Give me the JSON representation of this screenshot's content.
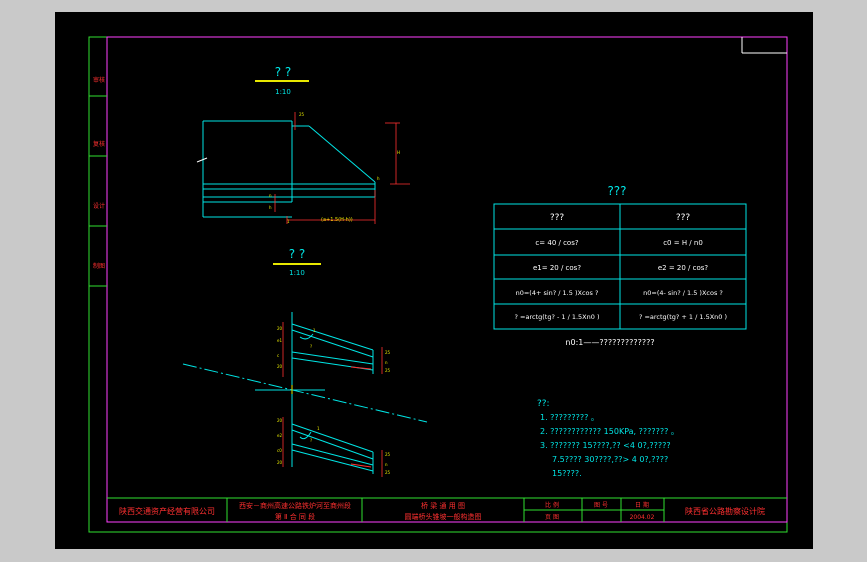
{
  "drawing": {
    "left_tabs": [
      "审核",
      "复核",
      "设计",
      "制图"
    ],
    "view1": {
      "title": "? ?",
      "scale": "1:10"
    },
    "view2": {
      "title": "? ?",
      "scale": "1:10"
    },
    "dim_length": "(a+1.5(H-h))",
    "table": {
      "title": "???",
      "header": [
        "???",
        "???"
      ],
      "rows": [
        [
          "c= 40 / cos?",
          "c0 = H / n0"
        ],
        [
          "e1= 20 / cos?",
          "e2 = 20 / cos?"
        ],
        [
          "n0=(4+ sin? / 1.5 )Xcos ?",
          "n0=(4- sin? / 1.5 )Xcos ?"
        ],
        [
          "? =arctg(tg? - 1 / 1.5Xn0 )",
          "? =arctg(tg? + 1 / 1.5Xn0 )"
        ]
      ],
      "footnote": "n0:1——?????????????"
    },
    "notes": {
      "heading": "??:",
      "lines": [
        "1. ????????? 。",
        "2. ????????????      150KPa, ??????? 。",
        "3. ??????? 15????,?? <4 0?,?????",
        "7.5???? 30????,??> 4 0?,????",
        "15????."
      ]
    },
    "title_block": {
      "company": "陕西交通资产经营有限公司",
      "project_line1": "西安－商州高速公路铁炉河至商州段",
      "project_line2": "第 Ⅱ 合 同 段",
      "drawing_line1": "桥 梁 通 用 图",
      "drawing_line2": "圆端桥头锥坡一般构造图",
      "label_scale": "比 例",
      "label_number": "图 号",
      "label_date": "日 期",
      "label_sheet": "页 图",
      "date": "2004.02",
      "designer": "陕西省公路勘察设计院"
    }
  }
}
